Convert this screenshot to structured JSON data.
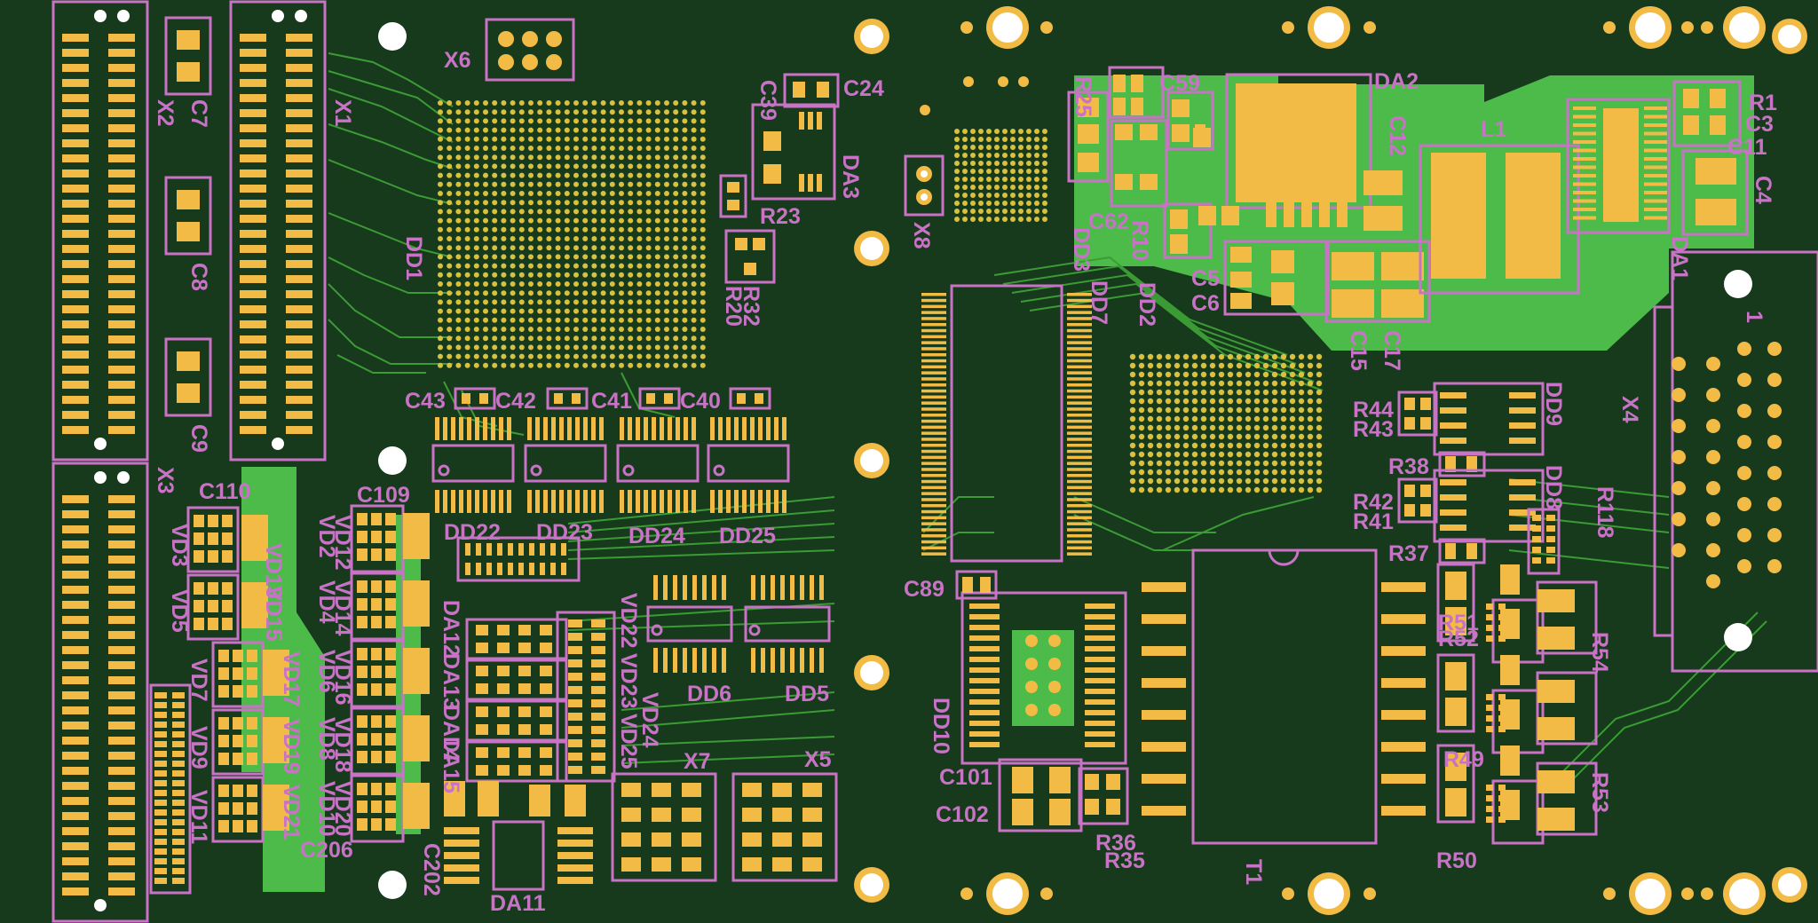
{
  "designators": {
    "X2": "X2",
    "C7": "C7",
    "X1": "X1",
    "X6": "X6",
    "C39": "C39",
    "C24": "C24",
    "DA3": "DA3",
    "R23": "R23",
    "R32": "R32",
    "R20": "R20",
    "DD1": "DD1",
    "C8": "C8",
    "C9": "C9",
    "X3": "X3",
    "C110": "C110",
    "C109": "C109",
    "VD3": "VD3",
    "VD5": "VD5",
    "VD7": "VD7",
    "VD9": "VD9",
    "VD11": "VD11",
    "VD13": "VD13",
    "VD15": "VD15",
    "VD17": "VD17",
    "VD19": "VD19",
    "VD21": "VD21",
    "VD2": "VD2",
    "VD4": "VD4",
    "VD6": "VD6",
    "VD8": "VD8",
    "VD10": "VD10",
    "VD12": "VD12",
    "VD14": "VD14",
    "VD16": "VD16",
    "VD18": "VD18",
    "VD20": "VD20",
    "C206": "C206",
    "C202": "C202",
    "C43": "C43",
    "C42": "C42",
    "C41": "C41",
    "C40": "C40",
    "DD22": "DD22",
    "DD23": "DD23",
    "DD24": "DD24",
    "DD25": "DD25",
    "DA12": "DA12",
    "DA13": "DA13",
    "DA14": "DA14",
    "DA15": "DA15",
    "VD22": "VD22",
    "VD23": "VD23",
    "VD24": "VD24",
    "VD25": "VD25",
    "DD6": "DD6",
    "DD5": "DD5",
    "X7": "X7",
    "X5": "X5",
    "DA11": "DA11",
    "X8": "X8",
    "DD3": "DD3",
    "C62": "C62",
    "R10": "R10",
    "DD7": "DD7",
    "DD2": "DD2",
    "C5": "C5",
    "C6": "C6",
    "C15": "C15",
    "C17": "C17",
    "DA2": "DA2",
    "C12": "C12",
    "L1": "L1",
    "R1": "R1",
    "C3": "C3",
    "C11": "C11",
    "C4": "C4",
    "DA1": "DA1",
    "R25": "R25",
    "C59": "C59",
    "X4": "X4",
    "pin1": "1",
    "C89": "C89",
    "DD10": "DD10",
    "C101": "C101",
    "C102": "C102",
    "R36": "R36",
    "R35": "R35",
    "T1": "T1",
    "DD9": "DD9",
    "R44": "R44",
    "R43": "R43",
    "R38": "R38",
    "DD8": "DD8",
    "R42": "R42",
    "R41": "R41",
    "R37": "R37",
    "R118": "R118",
    "R51": "R51",
    "R52": "R52",
    "R54": "R54",
    "R49": "R49",
    "R53": "R53",
    "R50": "R50"
  },
  "colors": {
    "board": "#173a1c",
    "silkscreen": "#c873c6",
    "pad": "#f2bb46",
    "copper_pour": "#4dbb4a",
    "trace": "#3b9b35",
    "drill": "#ffffff"
  }
}
